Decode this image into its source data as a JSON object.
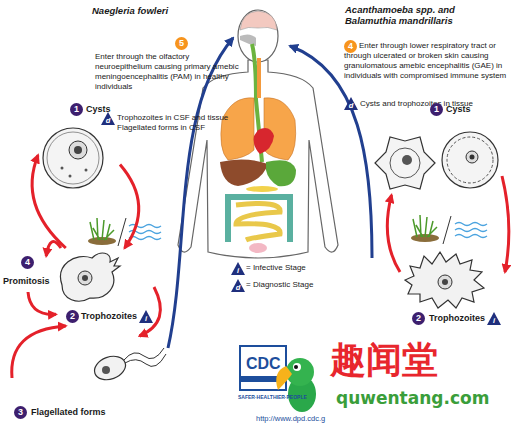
{
  "diagram": {
    "nodes": [
      {
        "text": [
          "1",
          "Cysts"
        ]
      },
      {
        "text": [
          "2",
          "Trophozoites",
          "i"
        ]
      },
      {
        "text": [
          "4",
          "Promitosis"
        ]
      },
      {
        "text": [
          "3",
          "Flagellated forms"
        ]
      },
      {
        "text": [
          "1",
          "Cysts"
        ]
      },
      {
        "text": [
          "2",
          "Trophozoites",
          "i"
        ]
      }
    ],
    "edges": [
      {
        "from": 1,
        "to": 0,
        "arrow": "to"
      },
      {
        "from": 0,
        "to": 1,
        "arrow": "to"
      },
      {
        "from": 1,
        "to": 2,
        "arrow": "to"
      },
      {
        "from": 2,
        "to": 1,
        "arrow": "to"
      },
      {
        "from": 1,
        "to": 3,
        "arrow": "to"
      },
      {
        "from": 3,
        "to": 1,
        "arrow": "to"
      },
      {
        "from": 5,
        "to": 4,
        "arrow": "to"
      },
      {
        "from": 4,
        "to": 5,
        "arrow": "to"
      }
    ],
    "labels": [
      "Naegleria fowleri",
      "5",
      "Enter through the olfactory neuroepithelium causing primary amebic meningoencephalitis (PAM) in healthy individuals",
      "d",
      "Trophozoites in CSF and tissue",
      "Flagellated forms in CSF",
      "Acanthamoeba spp. and Balamuthia mandrillaris",
      "4",
      "Enter through lower respiratory tract or through ulcerated or broken skin causing granulomatous amebic encephalitis (GAE) in individuals with compromised immune system",
      "d",
      "Cysts and trophozoites in tissue",
      "i",
      "d",
      "CDC",
      "SAFER·HEALTHIER·PEOPLE",
      "http://www.dpd.cdc.g",
      "趣闻堂",
      "quwentang.com"
    ],
    "legend": [
      {
        "text": "= Infective Stage"
      },
      {
        "text": "= Diagnostic Stage"
      }
    ]
  }
}
